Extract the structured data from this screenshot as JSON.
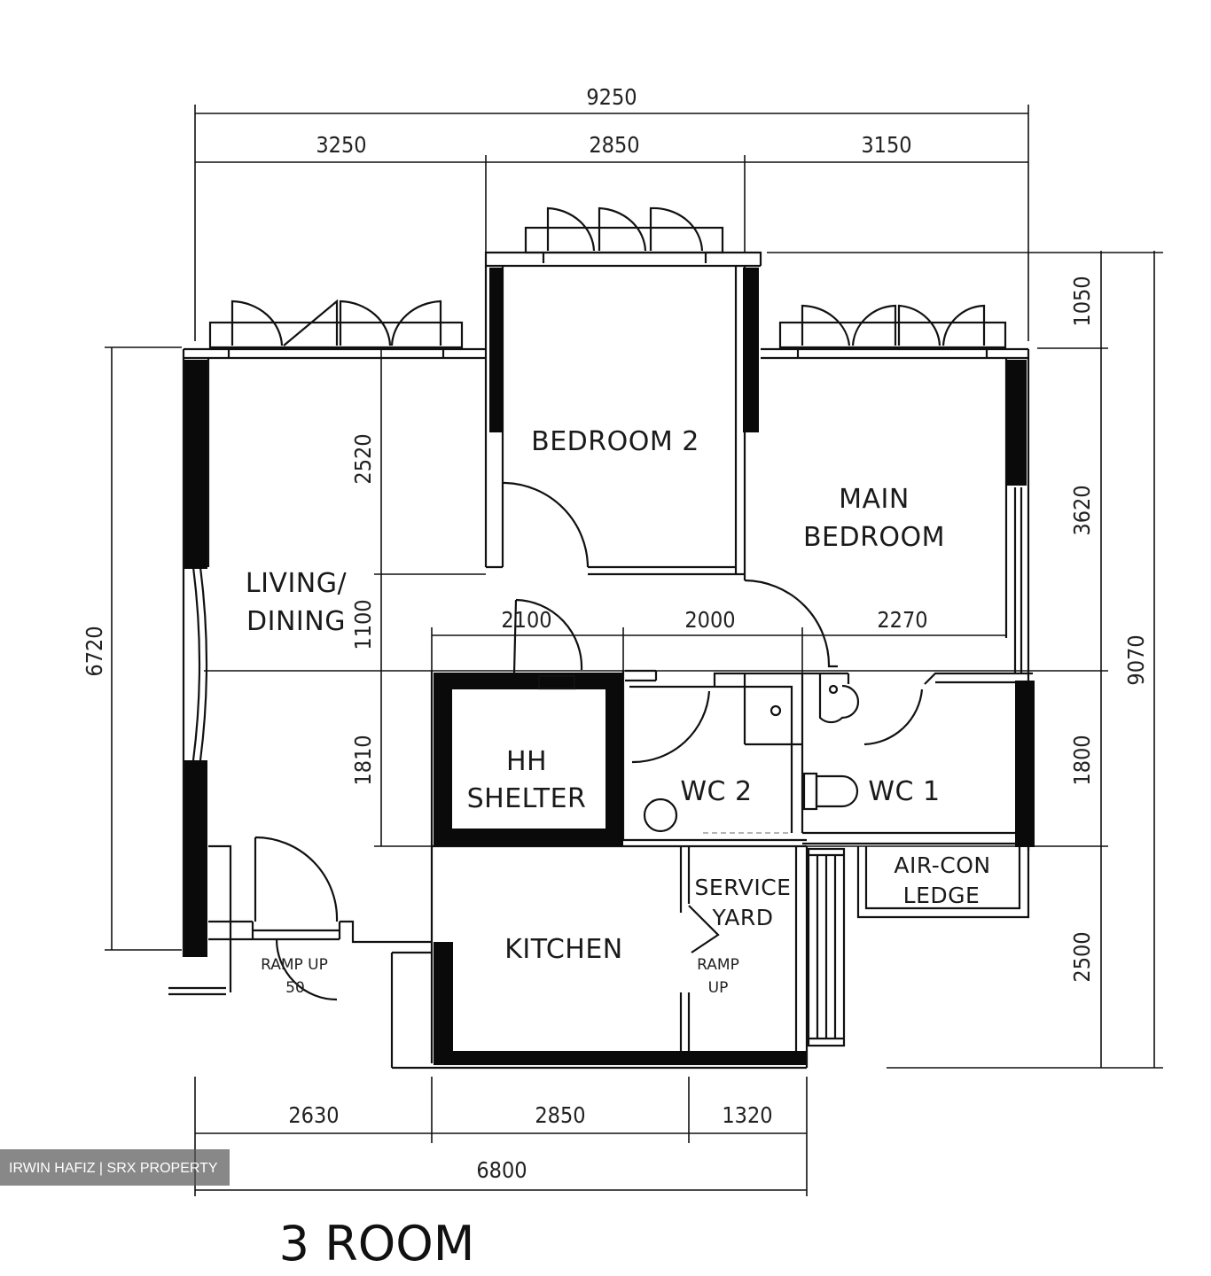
{
  "plan_title": "3 ROOM",
  "watermark": "IRWIN HAFIZ | SRX PROPERTY",
  "rooms": {
    "bedroom2": "BEDROOM 2",
    "main_bedroom_line1": "MAIN",
    "main_bedroom_line2": "BEDROOM",
    "living_line1": "LIVING/",
    "living_line2": "DINING",
    "shelter_line1": "HH",
    "shelter_line2": "SHELTER",
    "wc2": "WC 2",
    "wc1": "WC 1",
    "kitchen": "KITCHEN",
    "service_line1": "SERVICE",
    "service_line2": "YARD",
    "aircon_line1": "AIR-CON",
    "aircon_line2": "LEDGE",
    "ramp_main_line1": "RAMP  UP",
    "ramp_main_line2": "50",
    "ramp_service_line1": "RAMP",
    "ramp_service_line2": "UP"
  },
  "dimensions": {
    "top_total": "9250",
    "top_left": "3250",
    "top_mid": "2850",
    "top_right": "3150",
    "right_top": "1050",
    "right_mid": "3620",
    "right_bottom": "2500",
    "right_total": "9070",
    "left_total": "6720",
    "inner_2520": "2520",
    "inner_1100": "1100",
    "inner_1810": "1810",
    "inner_2100": "2100",
    "inner_2000": "2000",
    "inner_2270": "2270",
    "inner_1800": "1800",
    "bottom_left": "2630",
    "bottom_mid": "2850",
    "bottom_right": "1320",
    "bottom_total": "6800"
  }
}
